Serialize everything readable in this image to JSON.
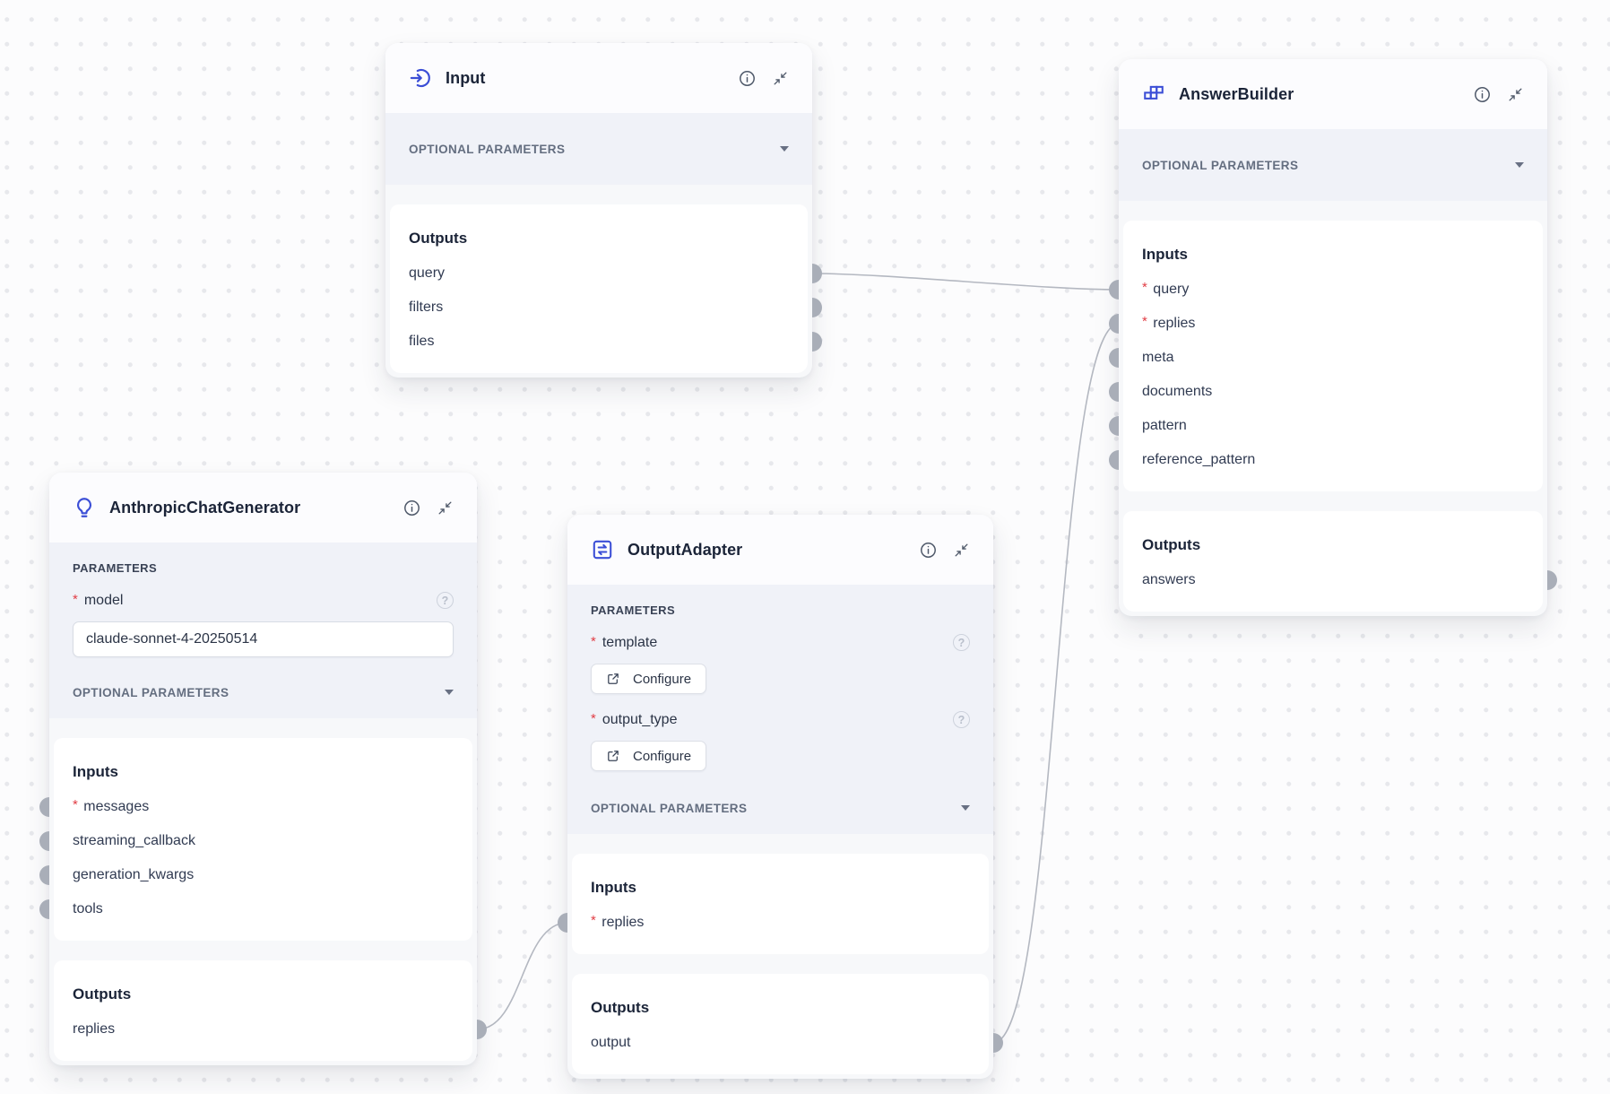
{
  "colors": {
    "accent_blue": "#3b4ed6",
    "port_gray": "#a9aeb8",
    "edge_gray": "#b4b8c1",
    "required_red": "#e13d45"
  },
  "labels": {
    "parameters": "PARAMETERS",
    "optional_parameters": "OPTIONAL PARAMETERS",
    "inputs": "Inputs",
    "outputs": "Outputs",
    "required_marker": "*",
    "help_glyph": "?"
  },
  "nodes": [
    {
      "title": "Input",
      "icon": "input-arrow-icon",
      "optional_parameters_collapsed": true,
      "inputs": [],
      "outputs": [
        {
          "name": "query"
        },
        {
          "name": "filters"
        },
        {
          "name": "files"
        }
      ]
    },
    {
      "title": "AnswerBuilder",
      "icon": "blocks-icon",
      "optional_parameters_collapsed": true,
      "inputs": [
        {
          "name": "query",
          "required": true
        },
        {
          "name": "replies",
          "required": true
        },
        {
          "name": "meta"
        },
        {
          "name": "documents"
        },
        {
          "name": "pattern"
        },
        {
          "name": "reference_pattern"
        }
      ],
      "outputs": [
        {
          "name": "answers"
        }
      ]
    },
    {
      "title": "AnthropicChatGenerator",
      "icon": "lightbulb-icon",
      "optional_parameters_collapsed": true,
      "params": [
        {
          "name": "model",
          "required": true,
          "control": "text-input",
          "value": "claude-sonnet-4-20250514"
        }
      ],
      "inputs": [
        {
          "name": "messages",
          "required": true
        },
        {
          "name": "streaming_callback"
        },
        {
          "name": "generation_kwargs"
        },
        {
          "name": "tools"
        }
      ],
      "outputs": [
        {
          "name": "replies"
        }
      ]
    },
    {
      "title": "OutputAdapter",
      "icon": "adapter-swap-icon",
      "optional_parameters_collapsed": true,
      "params": [
        {
          "name": "template",
          "required": true,
          "control": "configure-button",
          "button_label": "Configure"
        },
        {
          "name": "output_type",
          "required": true,
          "control": "configure-button",
          "button_label": "Configure"
        }
      ],
      "inputs": [
        {
          "name": "replies",
          "required": true
        }
      ],
      "outputs": [
        {
          "name": "output"
        }
      ]
    }
  ],
  "edges": [
    {
      "from_node": "Input",
      "from_port": "query",
      "to_node": "AnswerBuilder",
      "to_port": "query"
    },
    {
      "from_node": "AnthropicChatGenerator",
      "from_port": "replies",
      "to_node": "OutputAdapter",
      "to_port": "replies"
    },
    {
      "from_node": "OutputAdapter",
      "from_port": "output",
      "to_node": "AnswerBuilder",
      "to_port": "replies"
    }
  ]
}
